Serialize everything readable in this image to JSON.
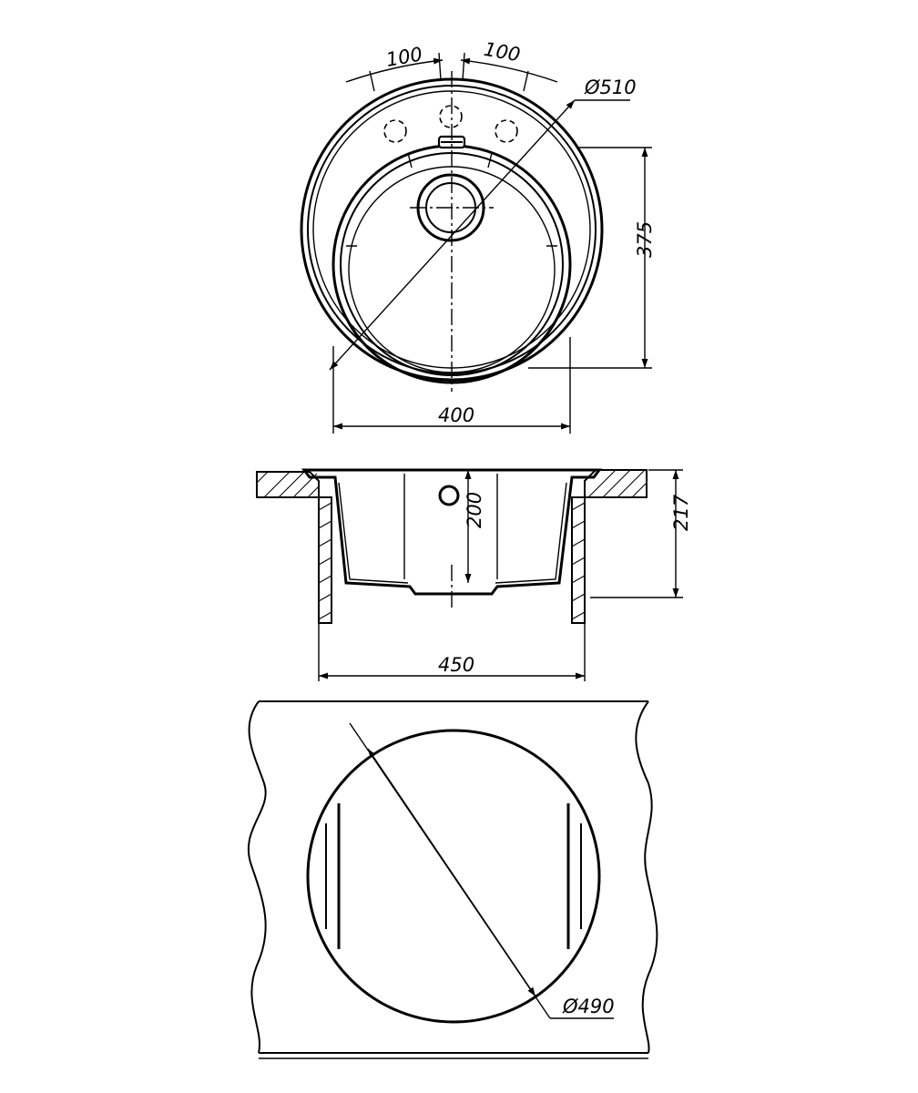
{
  "top_view": {
    "hole_spacing_left": "100",
    "hole_spacing_right": "100",
    "outer_diameter": "Ø510",
    "bowl_depth_extent": "375",
    "bowl_width": "400"
  },
  "section_view": {
    "bowl_depth": "200",
    "total_height": "217",
    "cabinet_width": "450"
  },
  "cutout_view": {
    "cutout_diameter": "Ø490"
  }
}
